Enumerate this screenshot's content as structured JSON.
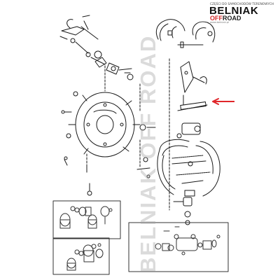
{
  "logo": {
    "tagline": "CZĘŚCI DO SAMOCHODÓW TERENOWYCH",
    "brand": "BELNIAK",
    "sub_accent": "OFF",
    "sub_rest": "ROAD",
    "url": "www.belniak.pl"
  },
  "watermark": {
    "text": "BELNIAK OFF ROAD"
  },
  "colors": {
    "line": "#1a1a1a",
    "arrow": "#e0262a",
    "logo_accent": "#d42a2a",
    "box": "#333333"
  }
}
